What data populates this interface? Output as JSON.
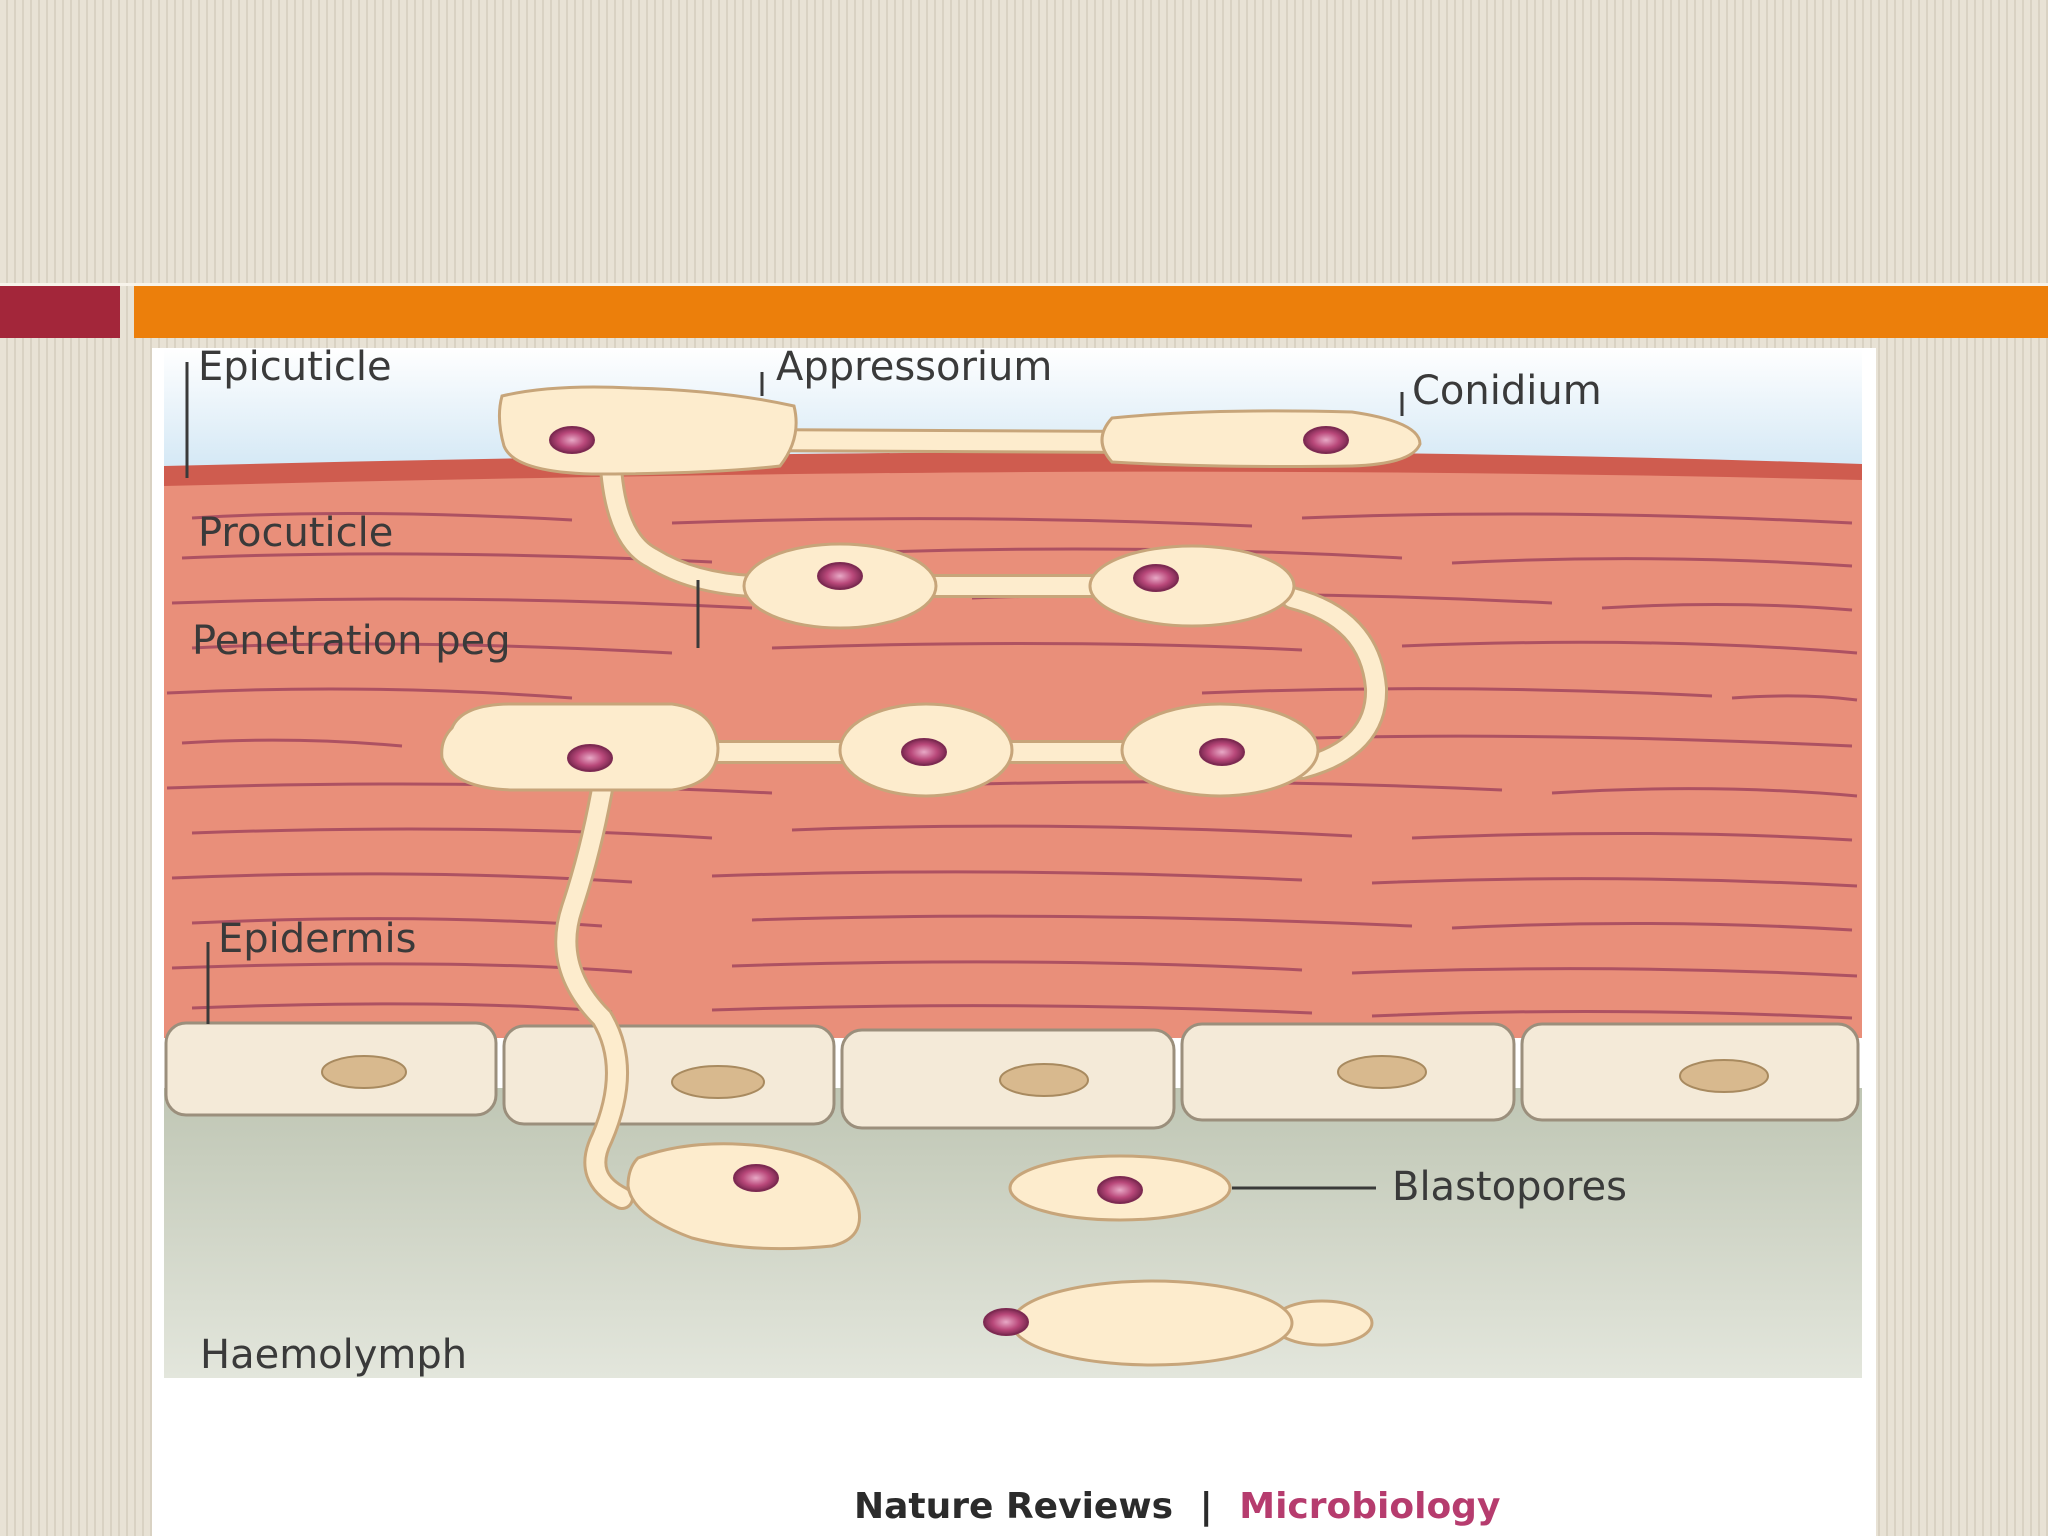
{
  "figure": {
    "labels": {
      "epicuticle": "Epicuticle",
      "appressorium": "Appressorium",
      "conidium": "Conidium",
      "procuticle": "Procuticle",
      "penetration_peg": "Penetration peg",
      "epidermis": "Epidermis",
      "blastopores": "Blastopores",
      "haemolymph": "Haemolymph"
    },
    "credit": {
      "journal": "Nature Reviews",
      "separator": "|",
      "section": "Microbiology"
    }
  },
  "colors": {
    "slide_orange": "#ec7f0b",
    "slide_red": "#a3263a",
    "cuticle": "#e98f7a",
    "fungal_cell": "#fdeccd",
    "nucleus": "#b9487a",
    "haemolymph": "#c9cfc0",
    "credit_journal": "#2b2b2b",
    "credit_section": "#b63c6e"
  }
}
